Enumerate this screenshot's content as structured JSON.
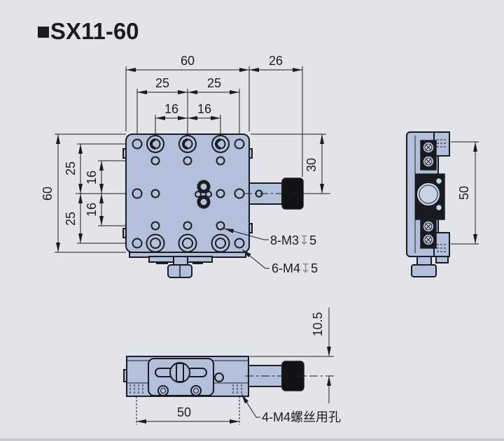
{
  "title": "■SX11-60",
  "colors": {
    "bg": "#e3e3ea",
    "body-fill": "#b3c0db",
    "light-fill": "#c7d2e6",
    "line": "#1b1b22",
    "knob": "#121214",
    "gray-sym": "#8d8d95",
    "edge-band": "#c9c9d2"
  },
  "top_view": {
    "dim_width": "60",
    "dim_knob_extension": "26",
    "dim_hole_span_left": "25",
    "dim_hole_span_right": "25",
    "dim_inner_span_left": "16",
    "dim_inner_span_right": "16",
    "dim_height": "60",
    "dim_hole_span_top": "25",
    "dim_hole_span_bottom": "25",
    "dim_inner_span_top": "16",
    "dim_inner_span_bottom": "16",
    "dim_knob_axis": "30",
    "label_m3_prefix": "8-M3",
    "label_m3_depth_symbol": "↧",
    "label_m3_depth": "5",
    "label_m4_prefix": "6-M4",
    "label_m4_depth_symbol": "↧",
    "label_m4_depth": "5"
  },
  "side_view": {
    "dim_height": "50"
  },
  "bottom_view": {
    "dim_axis_offset": "10.5",
    "dim_mount_hole_span": "50",
    "label_mount_holes": "4-M4螺丝用孔"
  }
}
